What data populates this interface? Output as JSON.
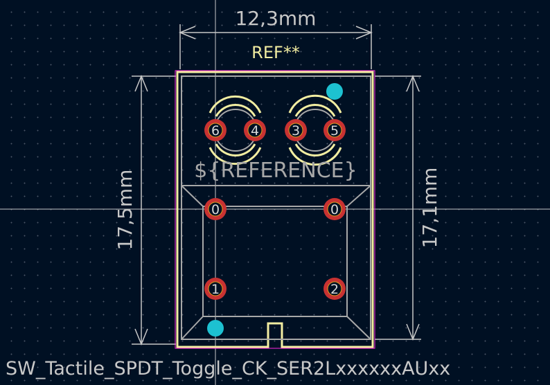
{
  "footprint_name": "SW_Tactile_SPDT_Toggle_CK_SER2LxxxxxxAUxx",
  "reference_silk": "REF**",
  "reference_fab": "${REFERENCE}",
  "dimensions": {
    "width": "12,3mm",
    "height_left": "17,5mm",
    "height_right": "17,1mm"
  },
  "pads": [
    "6",
    "4",
    "3",
    "5",
    "0",
    "0",
    "1",
    "2"
  ],
  "colors": {
    "background": "#001023",
    "pad": "#c83232",
    "silkscreen": "#f2eda1",
    "fab": "#a8a8a8",
    "courtyard": "#ff26e2",
    "marker": "#1dc1d1"
  }
}
